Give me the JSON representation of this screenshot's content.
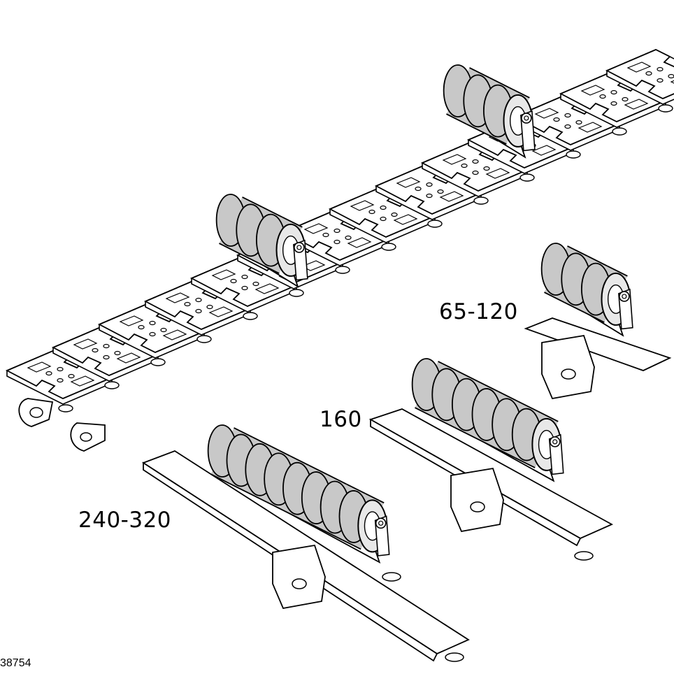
{
  "labels": {
    "size_small": "65-120",
    "size_medium": "160",
    "size_large": "240-320"
  },
  "reference_number": "38754",
  "colors": {
    "roller_fill": "#c8c8c8",
    "line": "#000000",
    "plate_fill": "#ffffff"
  }
}
